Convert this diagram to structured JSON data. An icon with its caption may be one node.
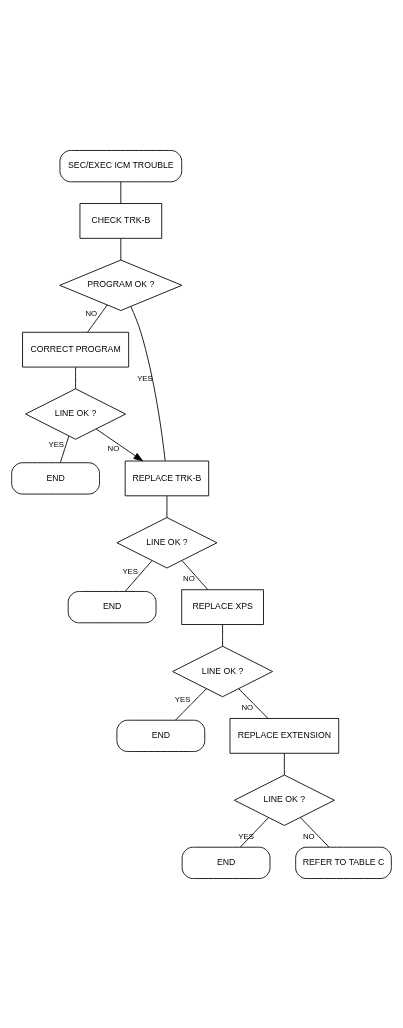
{
  "diagram": {
    "nodes": [
      {
        "text": [
          "SEC/EXEC ICM TROUBLE"
        ]
      },
      {
        "text": [
          "CHECK TRK-B"
        ]
      },
      {
        "text": [
          "PROGRAM OK ?"
        ]
      },
      {
        "text": [
          "CORRECT PROGRAM"
        ]
      },
      {
        "text": [
          "LINE OK ?"
        ]
      },
      {
        "text": [
          "END"
        ]
      },
      {
        "text": [
          "REPLACE TRK-B"
        ]
      },
      {
        "text": [
          "LINE OK ?"
        ]
      },
      {
        "text": [
          "END"
        ]
      },
      {
        "text": [
          "REPLACE XPS"
        ]
      },
      {
        "text": [
          "LINE OK ?"
        ]
      },
      {
        "text": [
          "END"
        ]
      },
      {
        "text": [
          "REPLACE EXTENSION"
        ]
      },
      {
        "text": [
          "LINE OK ?"
        ]
      },
      {
        "text": [
          "END"
        ]
      },
      {
        "text": [
          "REFER TO TABLE C"
        ]
      }
    ],
    "edges": [
      {
        "from": 0,
        "to": 1,
        "arrow": "none"
      },
      {
        "from": 1,
        "to": 2,
        "arrow": "none"
      },
      {
        "from": 2,
        "to": 3,
        "arrow": "none",
        "label": "NO"
      },
      {
        "from": 2,
        "to": 6,
        "arrow": "none",
        "label": "YES"
      },
      {
        "from": 3,
        "to": 4,
        "arrow": "none"
      },
      {
        "from": 4,
        "to": 5,
        "arrow": "none",
        "label": "YES"
      },
      {
        "from": 4,
        "to": 6,
        "arrow": "to",
        "label": "NO"
      },
      {
        "from": 6,
        "to": 7,
        "arrow": "none"
      },
      {
        "from": 7,
        "to": 8,
        "arrow": "none",
        "label": "YES"
      },
      {
        "from": 7,
        "to": 9,
        "arrow": "none",
        "label": "NO"
      },
      {
        "from": 9,
        "to": 10,
        "arrow": "none"
      },
      {
        "from": 10,
        "to": 11,
        "arrow": "none",
        "label": "YES"
      },
      {
        "from": 10,
        "to": 12,
        "arrow": "none",
        "label": "NO"
      },
      {
        "from": 12,
        "to": 13,
        "arrow": "none"
      },
      {
        "from": 13,
        "to": 14,
        "arrow": "none",
        "label": "YES"
      },
      {
        "from": 13,
        "to": 15,
        "arrow": "none",
        "label": "NO"
      }
    ]
  }
}
